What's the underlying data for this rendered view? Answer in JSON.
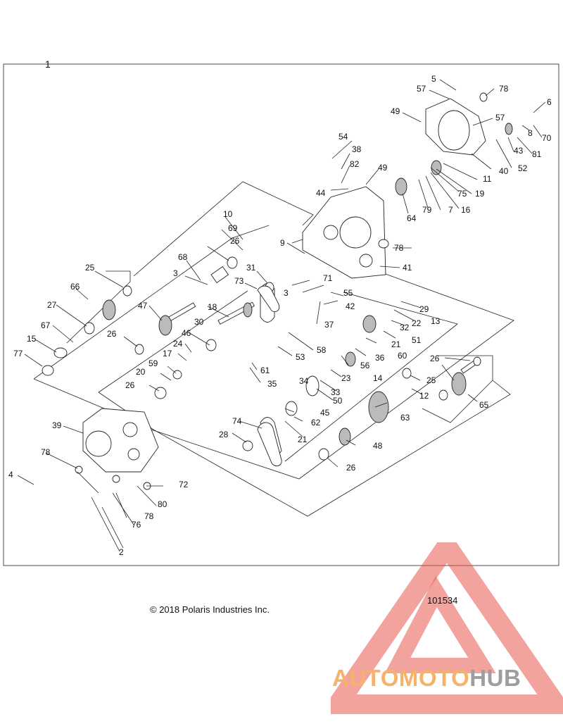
{
  "diagram": {
    "assembly_callout": "1",
    "callouts": [
      "2",
      "3",
      "3",
      "4",
      "5",
      "6",
      "7",
      "8",
      "9",
      "10",
      "11",
      "12",
      "13",
      "14",
      "15",
      "16",
      "17",
      "18",
      "19",
      "20",
      "21",
      "21",
      "22",
      "23",
      "24",
      "25",
      "25",
      "26",
      "26",
      "26",
      "26",
      "26",
      "27",
      "28",
      "29",
      "30",
      "31",
      "32",
      "33",
      "34",
      "35",
      "36",
      "37",
      "38",
      "39",
      "40",
      "41",
      "42",
      "43",
      "44",
      "45",
      "46",
      "47",
      "48",
      "49",
      "49",
      "50",
      "51",
      "52",
      "53",
      "54",
      "55",
      "56",
      "57",
      "57",
      "58",
      "59",
      "60",
      "61",
      "62",
      "63",
      "64",
      "65",
      "66",
      "67",
      "68",
      "69",
      "70",
      "71",
      "72",
      "73",
      "74",
      "75",
      "76",
      "77",
      "78",
      "78",
      "78",
      "78",
      "79",
      "80",
      "81",
      "82"
    ]
  },
  "footer": {
    "copyright": "© 2018 Polaris Industries Inc.",
    "diagram_number": "101534"
  },
  "watermark": {
    "brand_part1": "AUTOMOTO",
    "brand_part2": "HUB",
    "colors": {
      "triangle": "#e8574f",
      "brand_orange": "#f6b26b",
      "brand_gray": "#9e9e9e"
    }
  }
}
